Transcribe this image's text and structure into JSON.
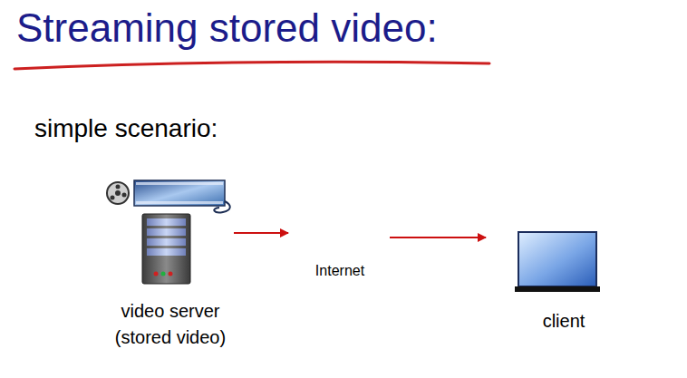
{
  "diagram": {
    "title": "Streaming stored video:",
    "nodes": [
      {
        "text": [
          "video server (stored video)"
        ]
      },
      {
        "text": [
          "Internet"
        ]
      },
      {
        "text": [
          "client"
        ]
      }
    ],
    "edges": [
      {
        "from": 0,
        "to": 1,
        "arrow": "to"
      },
      {
        "from": 1,
        "to": 2,
        "arrow": "to"
      }
    ],
    "labels": [
      "simple scenario:"
    ]
  }
}
